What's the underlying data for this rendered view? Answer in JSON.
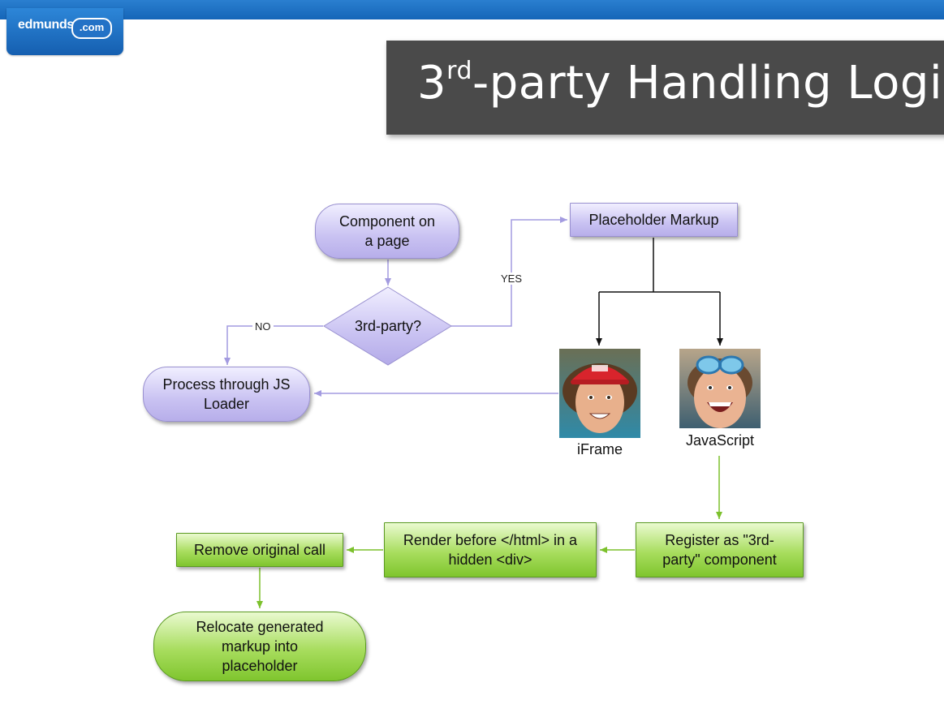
{
  "header": {
    "logo_text": "edmunds",
    "logo_suffix": ".com",
    "title_main": "3",
    "title_sup": "rd",
    "title_rest": "-party Handling Logic"
  },
  "flowchart": {
    "nodes": {
      "component": "Component on a page",
      "decision": "3rd-party?",
      "placeholder": "Placeholder Markup",
      "process": "Process through JS Loader",
      "iframe": "iFrame",
      "javascript": "JavaScript",
      "register": "Register as \"3rd-party\" component",
      "render": "Render before </html> in a hidden <div>",
      "remove": "Remove original call",
      "relocate": "Relocate generated markup into placeholder"
    },
    "edge_labels": {
      "yes": "YES",
      "no": "NO"
    }
  },
  "colors": {
    "purple_node": "#c9c2f2",
    "green_node": "#a8dd5e",
    "purple_edge": "#a39be0",
    "green_edge": "#7cc12c",
    "title_bg": "#4a4a4a",
    "brand_blue": "#1f6fc4"
  },
  "icons": [
    "photo-iframe-person-red-cap",
    "photo-javascript-person-goggles"
  ]
}
